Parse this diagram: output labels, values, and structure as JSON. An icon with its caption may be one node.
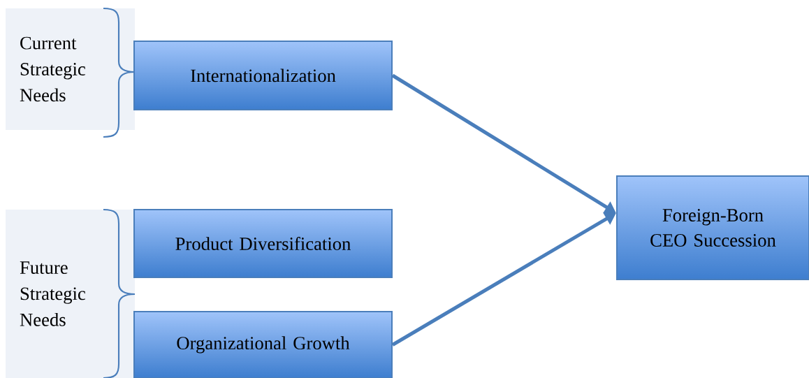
{
  "diagram": {
    "nodes": [
      {
        "text": [
          "Current Strategic Needs"
        ]
      },
      {
        "text": [
          "Internationalization"
        ]
      },
      {
        "text": [
          "Future Strategic Needs"
        ]
      },
      {
        "text": [
          "Product Diversification"
        ]
      },
      {
        "text": [
          "Organizational Growth"
        ]
      },
      {
        "text": [
          "Foreign-Born CEO Succession"
        ]
      }
    ],
    "edges": [
      {
        "from": 1,
        "to": 5,
        "arrow": "to"
      },
      {
        "from": 4,
        "to": 5,
        "arrow": "to"
      }
    ]
  }
}
